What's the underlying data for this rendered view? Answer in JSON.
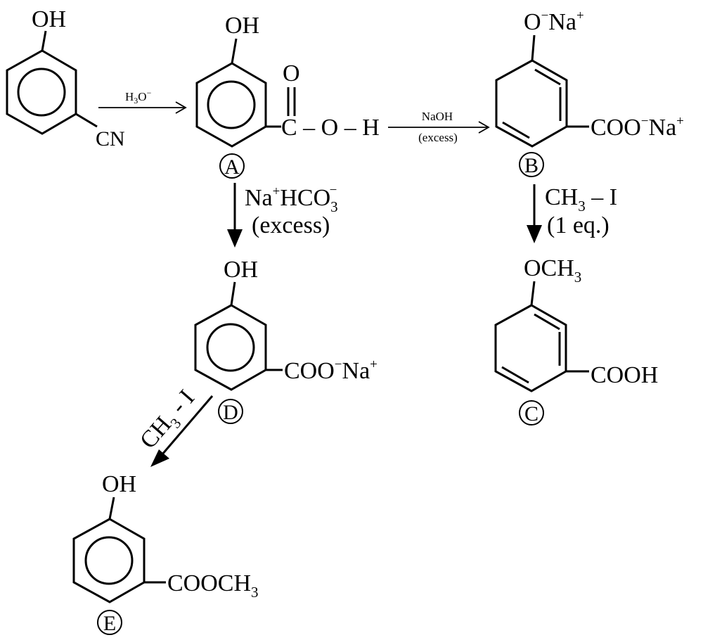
{
  "scheme": {
    "start": {
      "hydroxyl": "OH",
      "substituent": "CN"
    },
    "step1": {
      "reagent_main": "H",
      "reagent_sub": "3",
      "reagent_mid": "O",
      "reagent_sup": "−"
    },
    "compound_a": {
      "label": "A",
      "hydroxyl": "OH",
      "carbonyl_o": "O",
      "acid_chain": "C – O – H"
    },
    "step2": {
      "reagent": "NaOH",
      "condition": "(excess)"
    },
    "compound_b": {
      "label": "B",
      "phenoxide_main": "O",
      "phenoxide_sup1": "−",
      "phenoxide_na": "Na",
      "phenoxide_sup2": "+",
      "carboxylate_main": "COO",
      "carboxylate_sup1": "−",
      "carboxylate_na": "Na",
      "carboxylate_sup2": "+"
    },
    "step3": {
      "reagent_na": "Na",
      "reagent_na_sup": "+",
      "reagent_hco": "HCO",
      "reagent_sub": "3",
      "reagent_sup": "−",
      "condition": "(excess)"
    },
    "step4": {
      "reagent_ch": "CH",
      "reagent_sub": "3",
      "reagent_tail": " – I",
      "condition": "(1 eq.)"
    },
    "compound_c": {
      "label": "C",
      "methoxy_main": "OCH",
      "methoxy_sub": "3",
      "acid": "COOH"
    },
    "compound_d": {
      "label": "D",
      "hydroxyl": "OH",
      "carboxylate_main": "COO",
      "carboxylate_sup1": "−",
      "carboxylate_na": "Na",
      "carboxylate_sup2": "+"
    },
    "step5": {
      "reagent_ch": "CH",
      "reagent_sub": "3",
      "reagent_tail": " - I"
    },
    "compound_e": {
      "label": "E",
      "hydroxyl": "OH",
      "ester_main": "COOCH",
      "ester_sub": "3"
    }
  }
}
